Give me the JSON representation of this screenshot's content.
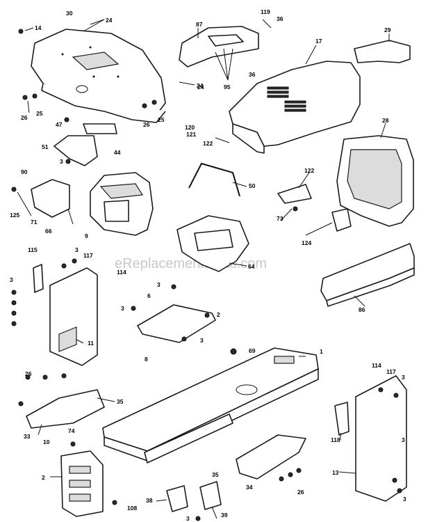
{
  "watermark": "eReplacementParts.com",
  "callouts": [
    {
      "id": "c-14",
      "text": "14"
    },
    {
      "id": "c-30",
      "text": "30"
    },
    {
      "id": "c-24a",
      "text": "24"
    },
    {
      "id": "c-24b",
      "text": "24"
    },
    {
      "id": "c-87",
      "text": "87"
    },
    {
      "id": "c-119",
      "text": "119"
    },
    {
      "id": "c-36a",
      "text": "36"
    },
    {
      "id": "c-36b",
      "text": "36"
    },
    {
      "id": "c-95",
      "text": "95"
    },
    {
      "id": "c-17",
      "text": "17"
    },
    {
      "id": "c-29",
      "text": "29"
    },
    {
      "id": "c-25a",
      "text": "25"
    },
    {
      "id": "c-26a",
      "text": "26"
    },
    {
      "id": "c-47",
      "text": "47"
    },
    {
      "id": "c-26b",
      "text": "26"
    },
    {
      "id": "c-25b",
      "text": "25"
    },
    {
      "id": "c-24c",
      "text": "24"
    },
    {
      "id": "c-120",
      "text": "120"
    },
    {
      "id": "c-121",
      "text": "121"
    },
    {
      "id": "c-122a",
      "text": "122"
    },
    {
      "id": "c-51",
      "text": "51"
    },
    {
      "id": "c-44",
      "text": "44"
    },
    {
      "id": "c-3a",
      "text": "3"
    },
    {
      "id": "c-28",
      "text": "28"
    },
    {
      "id": "c-90",
      "text": "90"
    },
    {
      "id": "c-50",
      "text": "50"
    },
    {
      "id": "c-122b",
      "text": "122"
    },
    {
      "id": "c-125",
      "text": "125"
    },
    {
      "id": "c-71",
      "text": "71"
    },
    {
      "id": "c-66",
      "text": "66"
    },
    {
      "id": "c-9",
      "text": "9"
    },
    {
      "id": "c-73",
      "text": "73"
    },
    {
      "id": "c-124",
      "text": "124"
    },
    {
      "id": "c-64",
      "text": "64"
    },
    {
      "id": "c-115",
      "text": "115"
    },
    {
      "id": "c-3b",
      "text": "3"
    },
    {
      "id": "c-117a",
      "text": "117"
    },
    {
      "id": "c-114a",
      "text": "114"
    },
    {
      "id": "c-3c",
      "text": "3"
    },
    {
      "id": "c-86",
      "text": "86"
    },
    {
      "id": "c-3d",
      "text": "3"
    },
    {
      "id": "c-6",
      "text": "6"
    },
    {
      "id": "c-3e",
      "text": "3"
    },
    {
      "id": "c-2a",
      "text": "2"
    },
    {
      "id": "c-3f",
      "text": "3"
    },
    {
      "id": "c-11",
      "text": "11"
    },
    {
      "id": "c-69",
      "text": "69"
    },
    {
      "id": "c-1",
      "text": "1"
    },
    {
      "id": "c-8",
      "text": "8"
    },
    {
      "id": "c-26c",
      "text": "26"
    },
    {
      "id": "c-35a",
      "text": "35"
    },
    {
      "id": "c-114b",
      "text": "114"
    },
    {
      "id": "c-117b",
      "text": "117"
    },
    {
      "id": "c-3g",
      "text": "3"
    },
    {
      "id": "c-33",
      "text": "33"
    },
    {
      "id": "c-10",
      "text": "10"
    },
    {
      "id": "c-74",
      "text": "74"
    },
    {
      "id": "c-118",
      "text": "118"
    },
    {
      "id": "c-3h",
      "text": "3"
    },
    {
      "id": "c-2b",
      "text": "2"
    },
    {
      "id": "c-35b",
      "text": "35"
    },
    {
      "id": "c-34",
      "text": "34"
    },
    {
      "id": "c-26d",
      "text": "26"
    },
    {
      "id": "c-13",
      "text": "13"
    },
    {
      "id": "c-108",
      "text": "108"
    },
    {
      "id": "c-38",
      "text": "38"
    },
    {
      "id": "c-3i",
      "text": "3"
    },
    {
      "id": "c-39",
      "text": "39"
    },
    {
      "id": "c-3j",
      "text": "3"
    }
  ]
}
